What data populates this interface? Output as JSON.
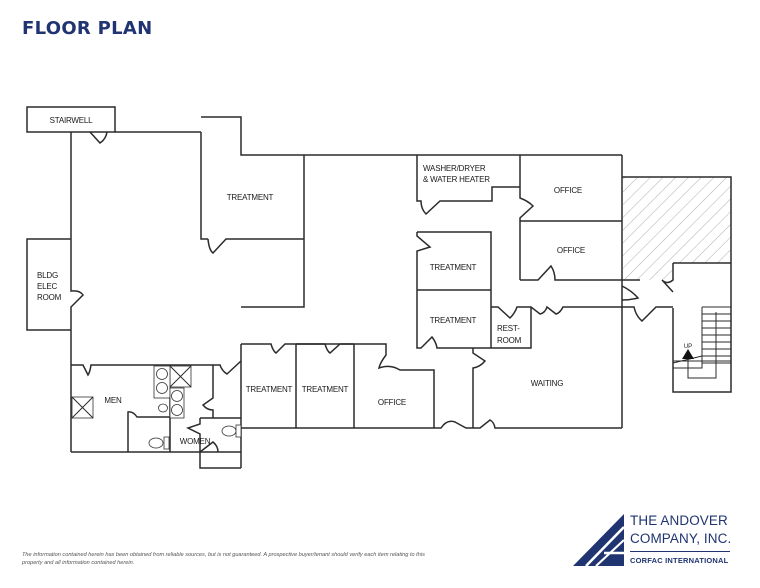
{
  "header": {
    "title": "FLOOR PLAN"
  },
  "colors": {
    "brand": "#1f3470",
    "walls": "#2b2b2b",
    "hatch": "#9a9a9a"
  },
  "rooms": {
    "stairwell": "STAIRWELL",
    "treatment_top_left": "TREATMENT",
    "bldg_elec_room": {
      "line1": "BLDG",
      "line2": "ELEC",
      "line3": "ROOM"
    },
    "washer_dryer": {
      "line1": "WASHER/DRYER",
      "line2": "& WATER HEATER"
    },
    "office_top": "OFFICE",
    "office_middle": "OFFICE",
    "treatment_center_upper": "TREATMENT",
    "treatment_center_lower": "TREATMENT",
    "restroom": {
      "line1": "REST-",
      "line2": "ROOM"
    },
    "waiting": "WAITING",
    "men": "MEN",
    "women": "WOMEN",
    "treatment_bottom_1": "TREATMENT",
    "treatment_bottom_2": "TREATMENT",
    "office_bottom": "OFFICE",
    "stairs_up": "UP"
  },
  "footer": {
    "disclaimer_line1": "The information contained herein has been obtained from reliable sources, but is not guaranteed. A prospective buyer/tenant should verify each item relating to this",
    "disclaimer_line2": "property and all information contained herein."
  },
  "logo": {
    "line1": "THE ANDOVER",
    "line2": "COMPANY, INC.",
    "line3": "CORFAC INTERNATIONAL"
  }
}
